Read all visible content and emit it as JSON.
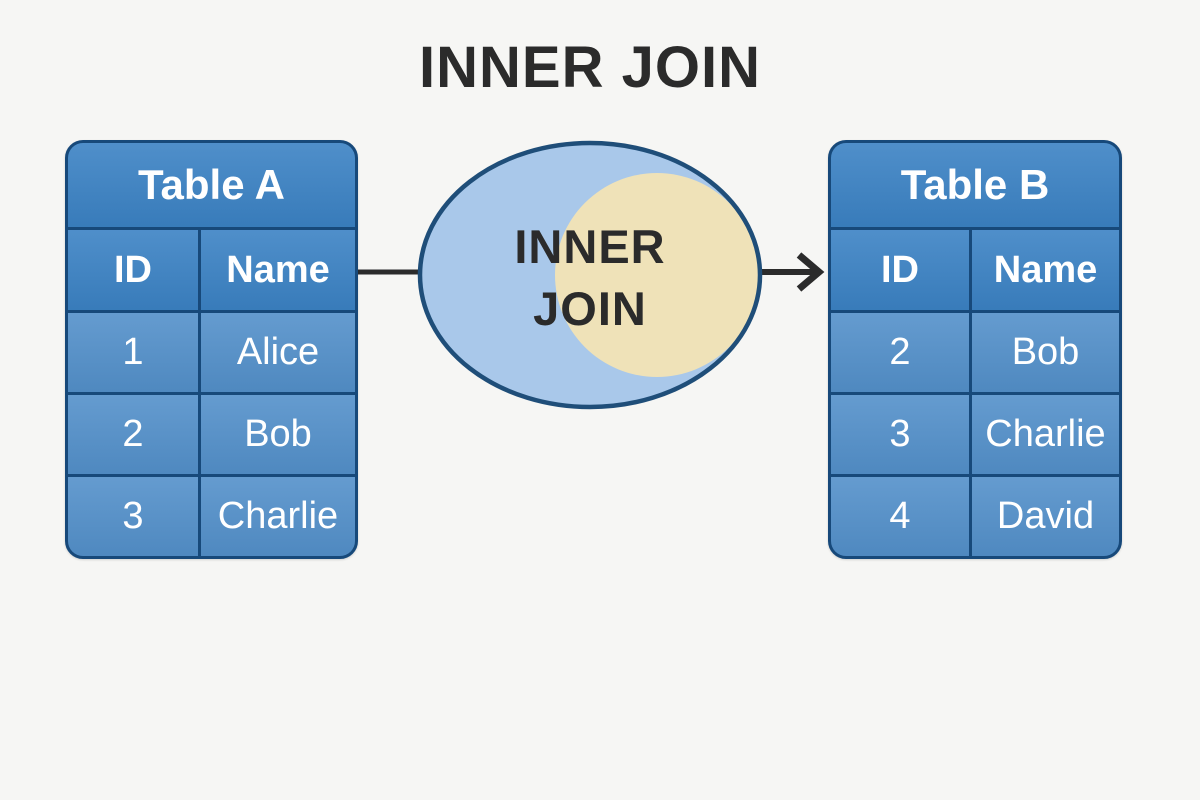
{
  "page_title": "INNER JOIN",
  "venn": {
    "line1": "INNER",
    "line2": "JOIN"
  },
  "table_a": {
    "title": "Table A",
    "columns": [
      "ID",
      "Name"
    ],
    "rows": [
      [
        "1",
        "Alice"
      ],
      [
        "2",
        "Bob"
      ],
      [
        "3",
        "Charlie"
      ]
    ]
  },
  "table_b": {
    "title": "Table B",
    "columns": [
      "ID",
      "Name"
    ],
    "rows": [
      [
        "2",
        "Bob"
      ],
      [
        "3",
        "Charlie"
      ],
      [
        "4",
        "David"
      ]
    ]
  },
  "colors": {
    "background": "#f6f6f4",
    "header_blue": "#3b82c4",
    "row_blue": "#5390ca",
    "line_navy": "#17497a",
    "venn_fill": "#a9c8ea",
    "venn_overlap": "#efe2b8",
    "venn_stroke": "#1f4e79",
    "ink": "#2b2b2b",
    "cell_text": "#ffffff"
  }
}
